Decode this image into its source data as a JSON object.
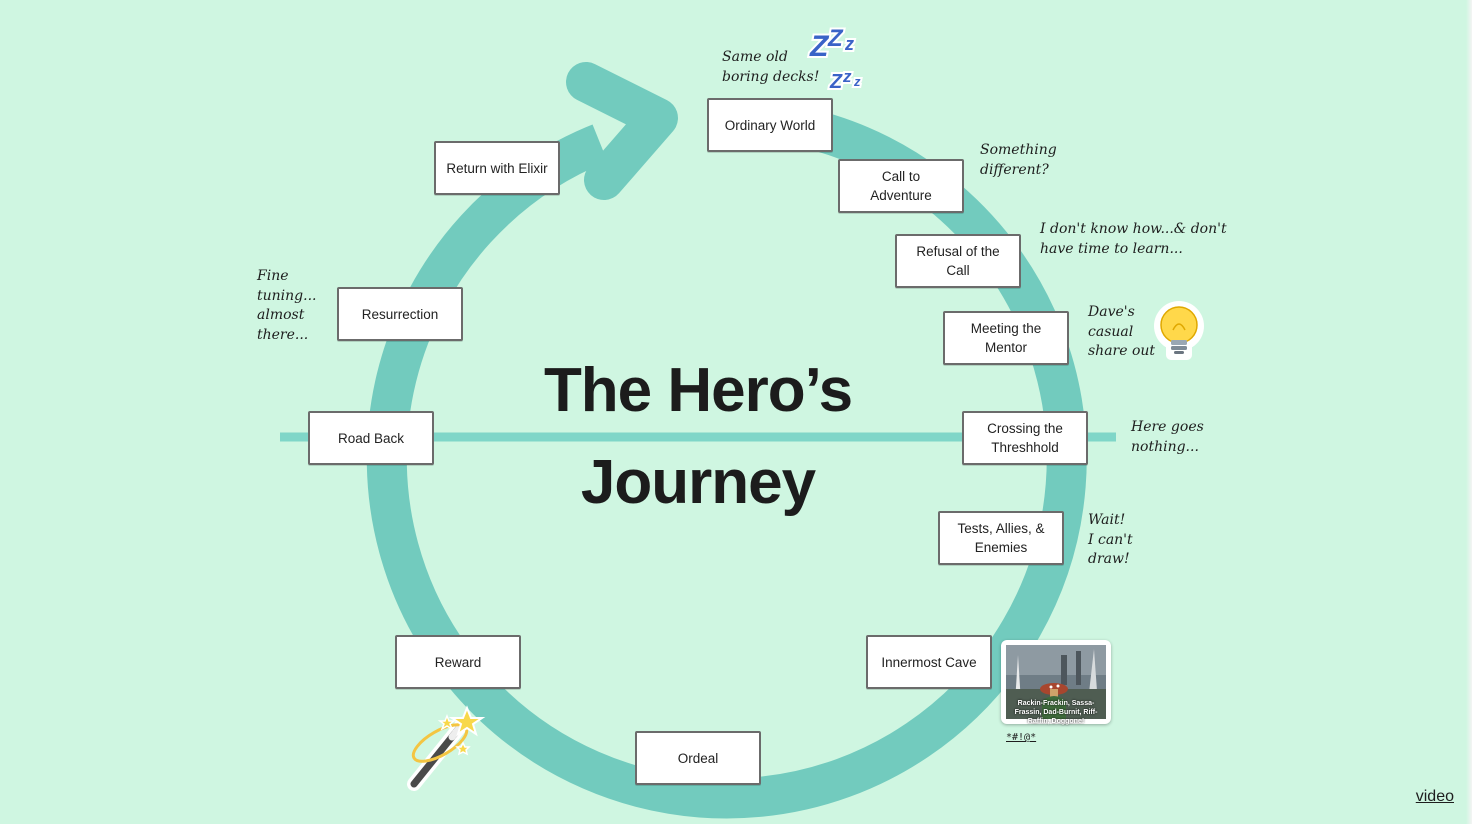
{
  "title": {
    "line1": "The Hero’s",
    "line2": "Journey"
  },
  "stages": {
    "ordinary_world": "Ordinary World",
    "call_to_adventure": "Call to Adventure",
    "refusal_of_the_call": "Refusal of the Call",
    "meeting_the_mentor": "Meeting the Mentor",
    "crossing_the_threshold": "Crossing the Threshhold",
    "tests_allies_enemies": "Tests, Allies, & Enemies",
    "innermost_cave": "Innermost Cave",
    "ordeal": "Ordeal",
    "reward": "Reward",
    "road_back": "Road Back",
    "resurrection": "Resurrection",
    "return_with_elixir": "Return with Elixir"
  },
  "notes": {
    "same_old": "Same old\nboring decks!",
    "something_different": "Something\ndifferent?",
    "dont_know_how": "I don't know how...& don't\nhave time to learn...",
    "daves_casual": "Dave's\ncasual\nshare out",
    "here_goes": "Here goes\nnothing...",
    "wait_cant_draw": "Wait!\nI can't\ndraw!",
    "fine_tuning": "Fine\ntuning...\nalmost\nthere..."
  },
  "thumbnail": {
    "caption_text": "Rackin-Frackin, Sassa-Frassin, Dad-Burnit, Riff-Raffin, Doggone!",
    "link_label": "*#!@*"
  },
  "footer": {
    "video_label": "video"
  },
  "colors": {
    "background": "#cff6e1",
    "ring": "#72cbbe",
    "axis_line": "#7fd6c8",
    "box_border": "#6b6b6b",
    "zzz": "#3a63c7"
  },
  "icons": {
    "sleep": "zzz-icon",
    "idea": "lightbulb-icon",
    "magic": "magic-wand-icon",
    "cycle": "circular-arrow-icon"
  }
}
